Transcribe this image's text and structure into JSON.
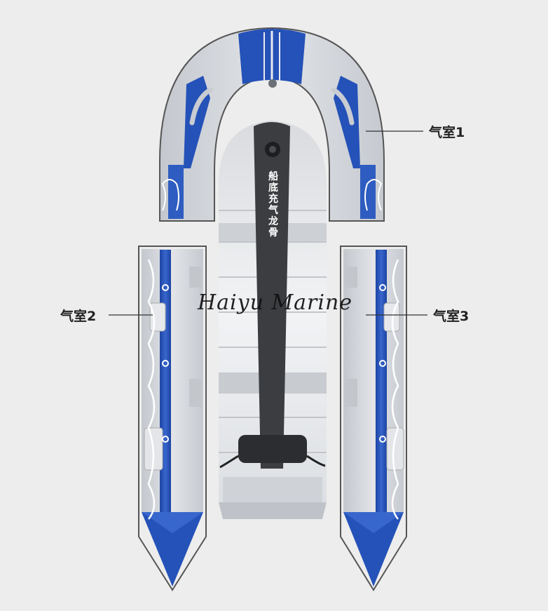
{
  "labels": {
    "chamber_1": "气室1",
    "chamber_2": "气室2",
    "chamber_3": "气室3"
  },
  "keel_label": "船底充气龙骨",
  "watermark": "Haiyu Marine",
  "colors": {
    "background": "#ededed",
    "tube_gray": "#d4d7dc",
    "tube_blue": "#2552b8",
    "keel_dark": "#3b3d40",
    "outline": "#555555"
  }
}
